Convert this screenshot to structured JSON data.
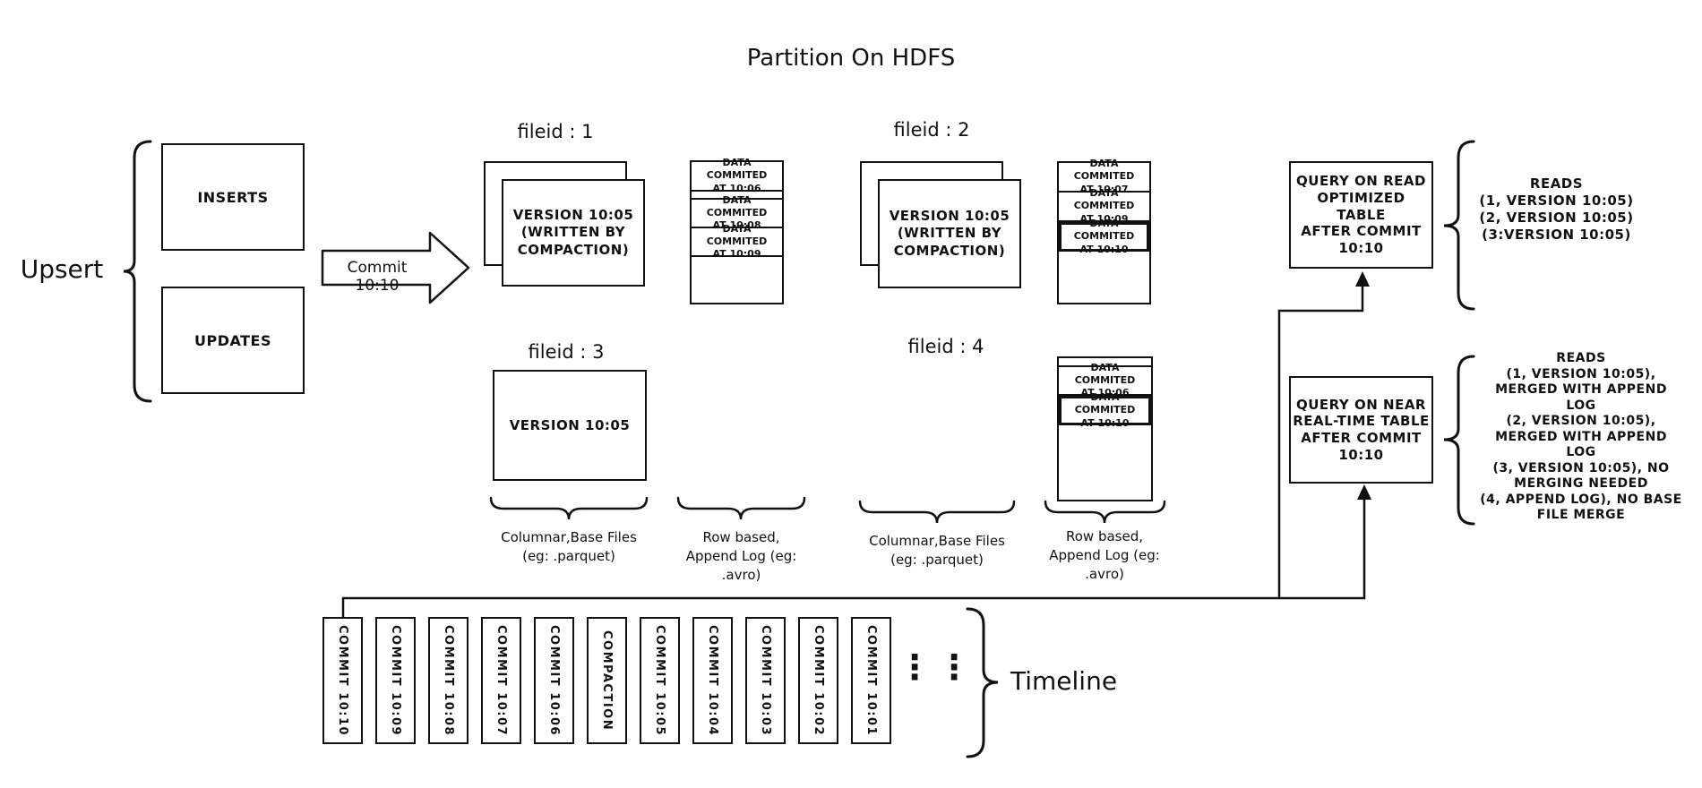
{
  "colors": {
    "ink": "#111111",
    "paper": "#ffffff"
  },
  "title": "Partition On HDFS",
  "upsert": {
    "label": "Upsert",
    "inserts": "INSERTS",
    "updates": "UPDATES",
    "arrow_label": "Commit 10:10"
  },
  "file_groups": {
    "f1": {
      "label": "fileid : 1",
      "base": "VERSION 10:05\n(WRITTEN BY\nCOMPACTION)"
    },
    "f2": {
      "label": "fileid : 2",
      "base": "VERSION 10:05\n(WRITTEN BY\nCOMPACTION)"
    },
    "f3": {
      "label": "fileid : 3",
      "base": "VERSION 10:05"
    },
    "f4": {
      "label": "fileid : 4"
    }
  },
  "append_logs": {
    "log1": {
      "rows": [
        "DATA COMMITED\nAT 10:06",
        "DATA COMMITED\nAT 10:08",
        "DATA COMMITED\nAT 10:09"
      ]
    },
    "log2": {
      "rows": [
        "DATA COMMITED\nAT 10:07",
        "DATA COMMITED\nAT 10:09",
        "DATA COMMITED\nAT 10:10"
      ]
    },
    "log4": {
      "rows": [
        "DATA COMMITED\nAT 10:06",
        "DATA COMMITED\nAT 10:10"
      ]
    }
  },
  "captions": {
    "columnar_1": "Columnar,Base Files\n(eg: .parquet)",
    "row_based_1": "Row based,\nAppend Log  (eg:\n.avro)",
    "columnar_2": "Columnar,Base Files\n(eg: .parquet)",
    "row_based_2": "Row based,\nAppend Log  (eg:\n.avro)"
  },
  "queries": {
    "read_optimized": {
      "box": "QUERY ON READ\nOPTIMIZED TABLE\nAFTER COMMIT\n10:10",
      "reads": "READS\n(1, VERSION 10:05)\n(2, VERSION 10:05)\n(3:VERSION 10:05)"
    },
    "near_real_time": {
      "box": "QUERY ON NEAR\nREAL-TIME TABLE\nAFTER COMMIT\n10:10",
      "reads": "READS\n(1, VERSION 10:05),\nMERGED WITH APPEND LOG\n(2, VERSION 10:05),\nMERGED WITH APPEND LOG\n(3, VERSION 10:05), NO\nMERGING NEEDED\n(4, APPEND LOG), NO BASE\nFILE MERGE"
    }
  },
  "timeline": {
    "label": "Timeline",
    "ellipsis": "⋮",
    "items": [
      "COMMIT 10:10",
      "COMMIT 10:09",
      "COMMIT 10:08",
      "COMMIT 10:07",
      "COMMIT 10:06",
      "COMPACTION",
      "COMMIT 10:05",
      "COMMIT 10:04",
      "COMMIT 10:03",
      "COMMIT 10:02",
      "COMMIT 10:01"
    ]
  }
}
